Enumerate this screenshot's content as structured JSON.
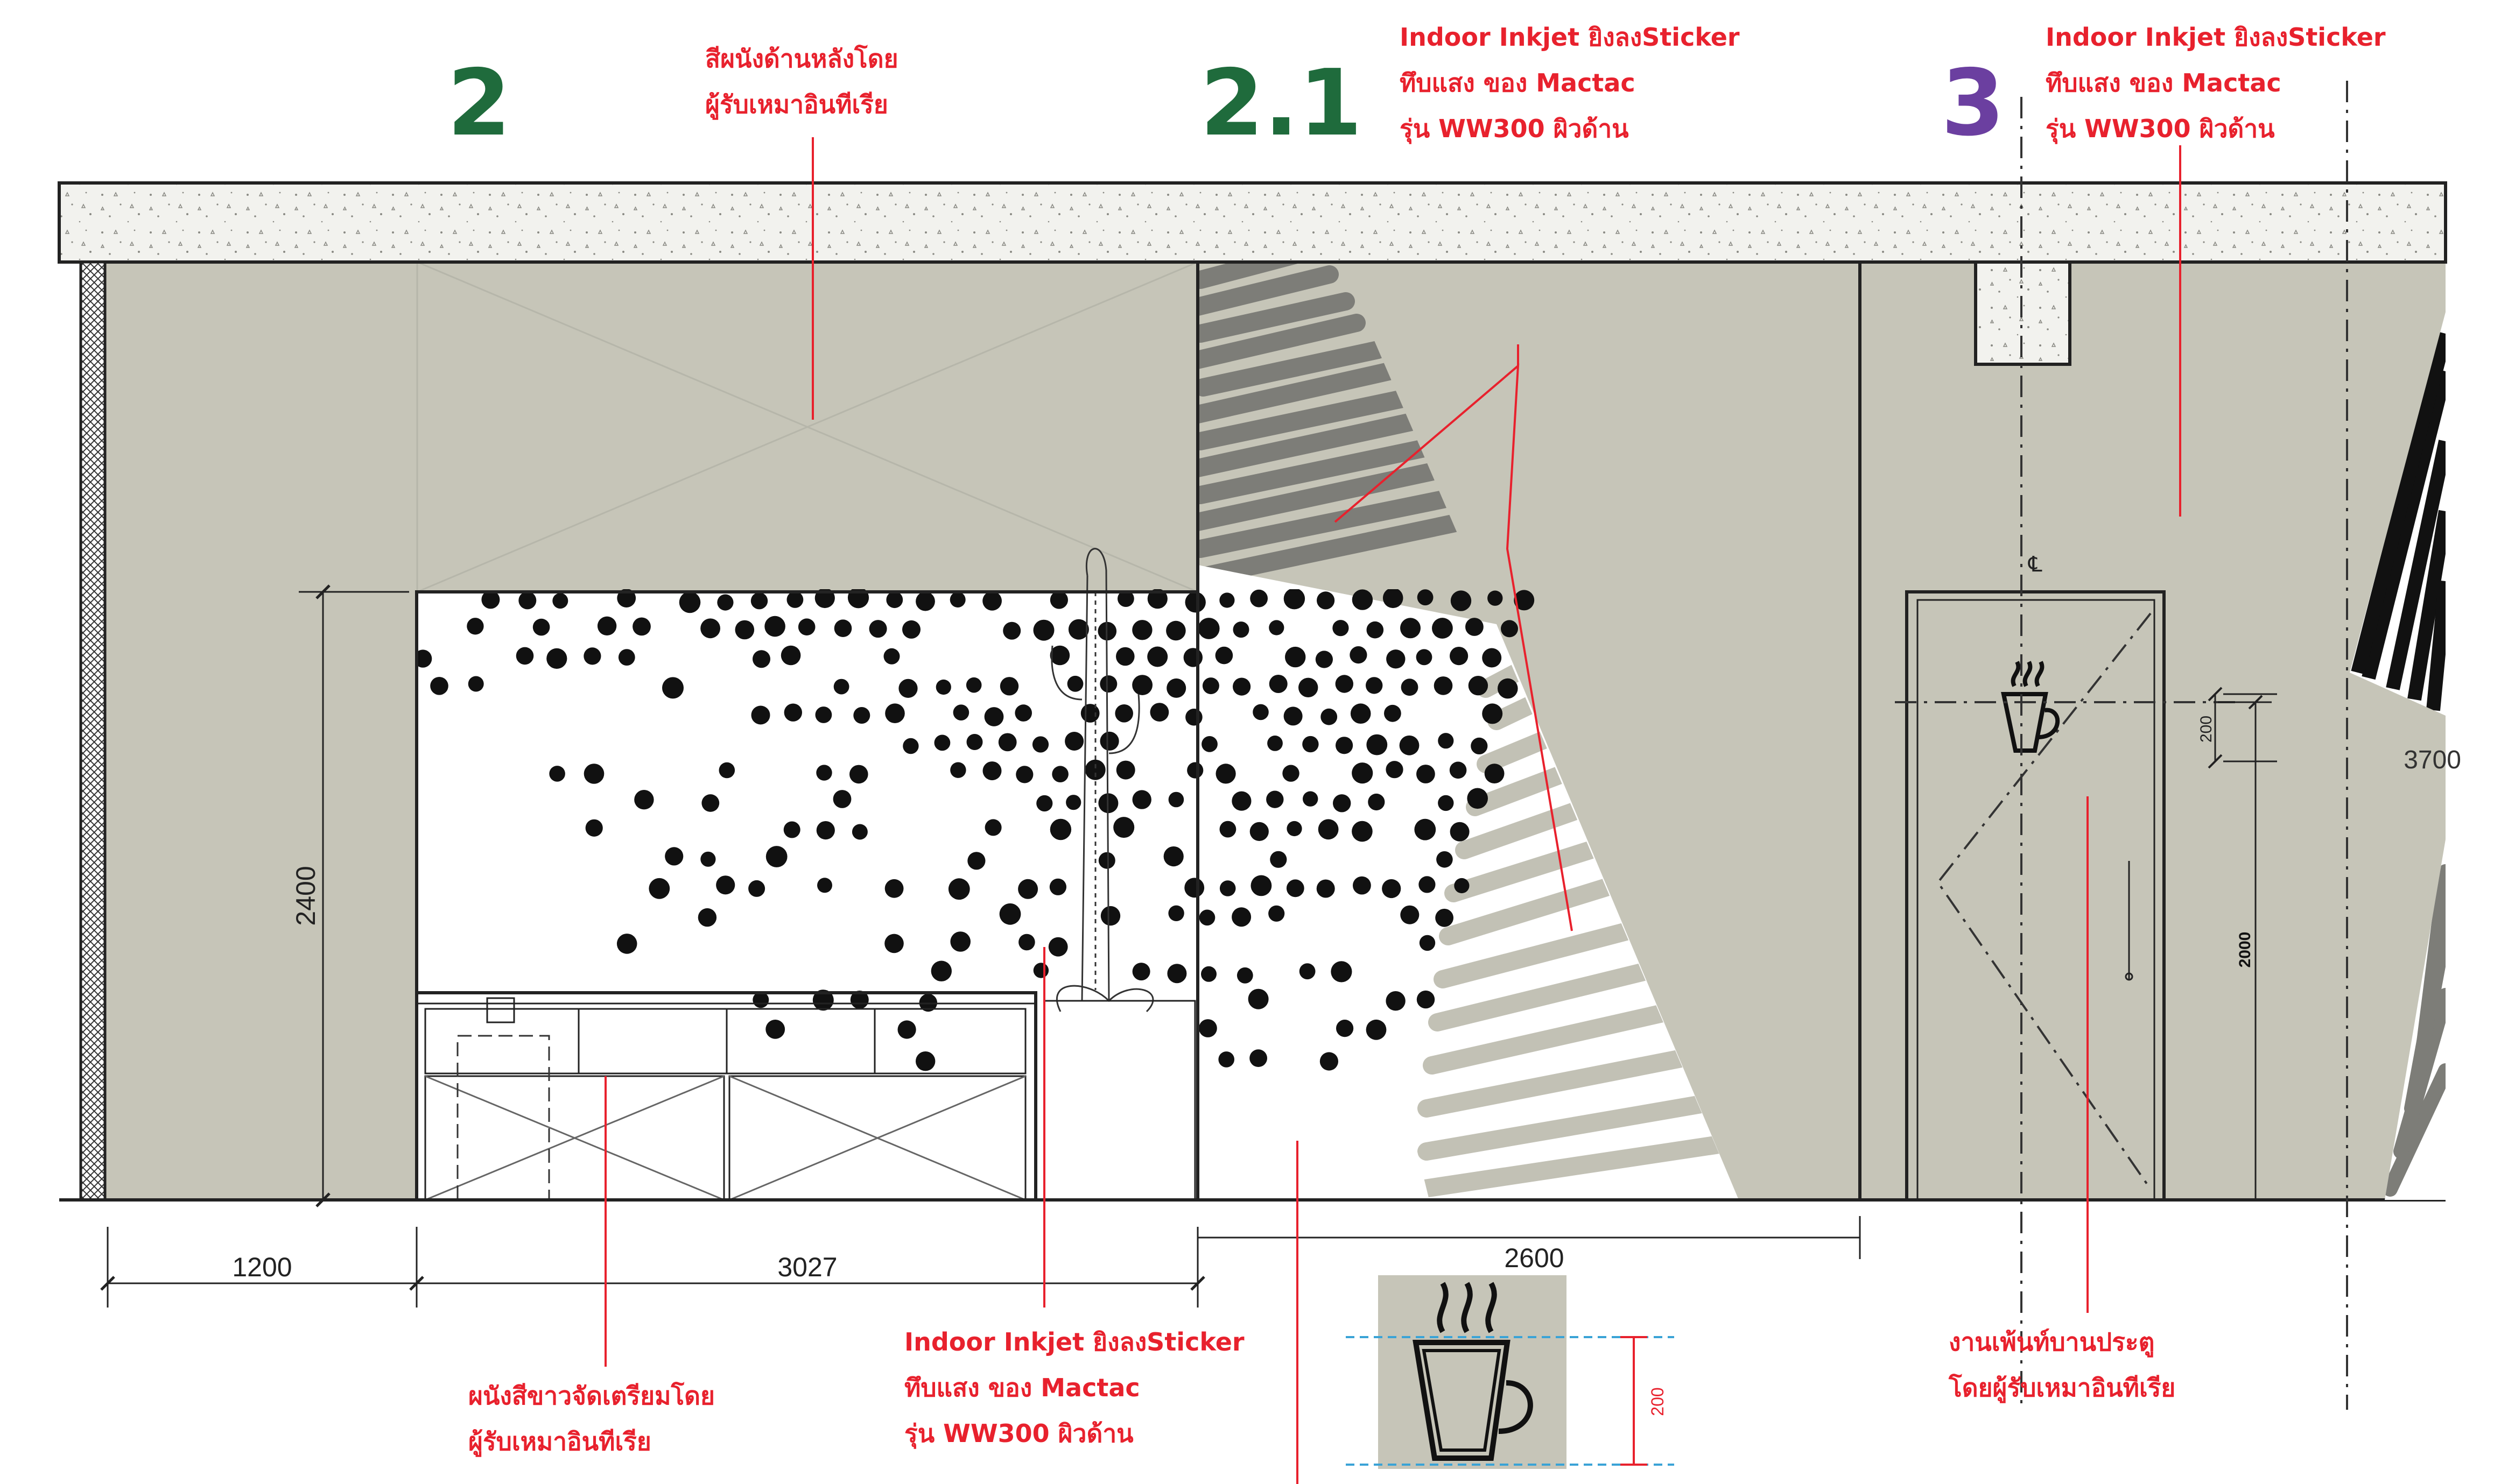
{
  "colors": {
    "wall": "#c6c5b8",
    "ceiling": "#f2f2ee",
    "annotation": "#e8212d",
    "section_green": "#1f6b3c",
    "section_purple": "#6b3fa0",
    "stroke_dark": "#7d7d78",
    "stroke_light": "#c2c1b5",
    "dot": "#111111"
  },
  "sections": [
    {
      "label": "2",
      "color": "#1f6b3c"
    },
    {
      "label": "2.1",
      "color": "#1f6b3c"
    },
    {
      "label": "3",
      "color": "#6b3fa0"
    }
  ],
  "annotations": {
    "back_wall": [
      "สีผนังด้านหลังโดย",
      "ผู้รับเหมาอินทีเรีย"
    ],
    "sticker_top_mid": [
      "Indoor Inkjet ยิงลงSticker",
      "ทึบแสง ของ Mactac",
      "รุ่น WW300 ผิวด้าน"
    ],
    "sticker_top_right": [
      "Indoor Inkjet ยิงลงSticker",
      "ทึบแสง ของ Mactac",
      "รุ่น WW300 ผิวด้าน"
    ],
    "white_wall": [
      "ผนังสีขาวจัดเตรียมโดย",
      "ผู้รับเหมาอินทีเรีย"
    ],
    "sticker_bottom": [
      "Indoor Inkjet ยิงลงSticker",
      "ทึบแสง ของ Mactac",
      "รุ่น WW300 ผิวด้าน"
    ],
    "door_paint": [
      "งานเพ้นท์บานประตู",
      "โดยผู้รับเหมาอินทีเรีย"
    ]
  },
  "dimensions": {
    "d1200": "1200",
    "d3027": "3027",
    "d2600": "2600",
    "d2400": "2400",
    "d3700": "3700",
    "d2000": "2000",
    "d200_door": "200",
    "d200_detail": "200",
    "centerline": "℄"
  },
  "icons": {
    "door_sign": "coffee-cup-icon",
    "detail": "coffee-cup-icon"
  }
}
